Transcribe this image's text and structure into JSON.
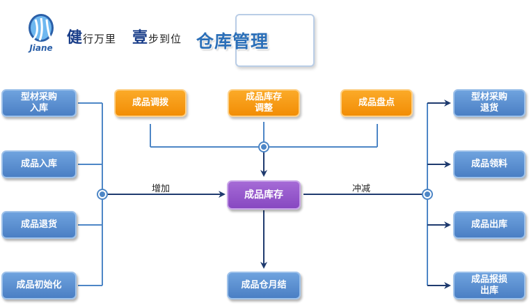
{
  "header": {
    "logo_text": "Jiane",
    "slogan_1_big": "健",
    "slogan_1_rest": "行万里",
    "slogan_2_big": "壹",
    "slogan_2_rest": "步到位",
    "title": "仓库管理"
  },
  "colors": {
    "blue_node": "#5a8fd2",
    "orange_node": "#f59a10",
    "purple_node": "#9659cc",
    "connector": "#4d86c6",
    "arrow": "#1e3a6e"
  },
  "nodes": {
    "profile_purchase_in": "型材采购\n入库",
    "product_in": "成品入库",
    "product_return": "成品退货",
    "product_init": "成品初始化",
    "product_transfer": "成品调拨",
    "inventory_adjust": "成品库存\n调整",
    "product_stocktake": "成品盘点",
    "product_inventory": "成品库存",
    "month_close": "成品仓月结",
    "profile_purchase_return": "型材采购\n退货",
    "product_requisition": "成品领料",
    "product_out": "成品出库",
    "product_scrap_out": "成品报损\n出库"
  },
  "edges": {
    "increase": "增加",
    "offset": "冲减"
  }
}
